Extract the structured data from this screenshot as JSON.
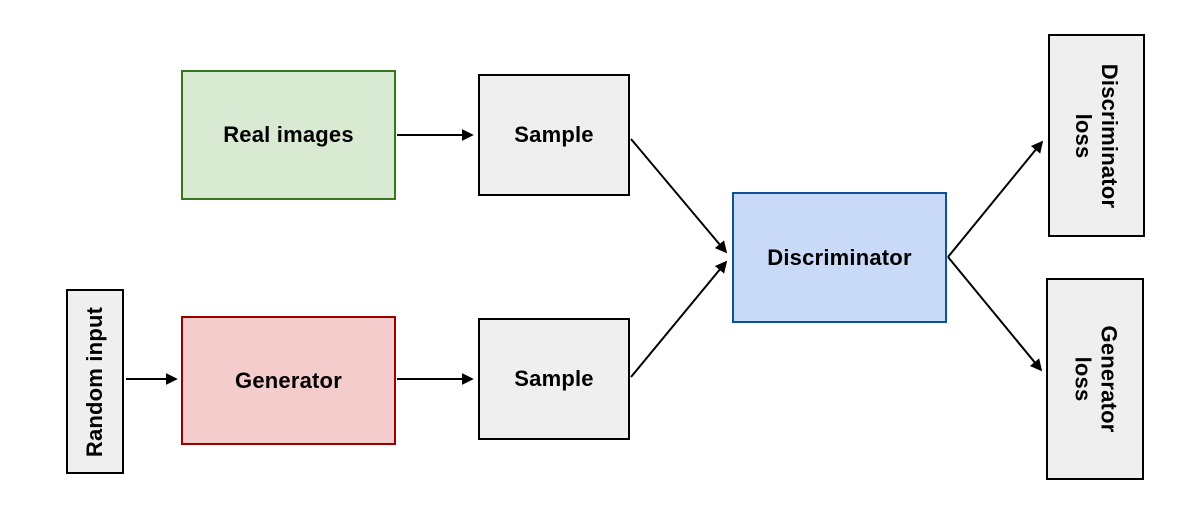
{
  "diagram": {
    "description": "GAN training architecture flow diagram",
    "nodes": {
      "random_input": {
        "label": "Random input",
        "fill": "#efefef",
        "border": "#000000",
        "text_rotation": -90
      },
      "real_images": {
        "label": "Real images",
        "fill": "#d9ead3",
        "border": "#38761d",
        "text_rotation": 0
      },
      "generator": {
        "label": "Generator",
        "fill": "#f4cccc",
        "border": "#990000",
        "text_rotation": 0
      },
      "sample_top": {
        "label": "Sample",
        "fill": "#efefef",
        "border": "#000000",
        "text_rotation": 0
      },
      "sample_bottom": {
        "label": "Sample",
        "fill": "#efefef",
        "border": "#000000",
        "text_rotation": 0
      },
      "discriminator": {
        "label": "Discriminator",
        "fill": "#c9daf8",
        "border": "#0b5394",
        "text_rotation": 0
      },
      "discriminator_loss": {
        "label": "Discriminator loss",
        "fill": "#efefef",
        "border": "#000000",
        "text_rotation": 90
      },
      "generator_loss": {
        "label": "Generator loss",
        "fill": "#efefef",
        "border": "#000000",
        "text_rotation": 90
      }
    },
    "edges": [
      {
        "from": "real_images",
        "to": "sample_top"
      },
      {
        "from": "random_input",
        "to": "generator"
      },
      {
        "from": "generator",
        "to": "sample_bottom"
      },
      {
        "from": "sample_top",
        "to": "discriminator"
      },
      {
        "from": "sample_bottom",
        "to": "discriminator"
      },
      {
        "from": "discriminator",
        "to": "discriminator_loss"
      },
      {
        "from": "discriminator",
        "to": "generator_loss"
      }
    ],
    "arrow_color": "#000000",
    "background_color": "#ffffff"
  }
}
